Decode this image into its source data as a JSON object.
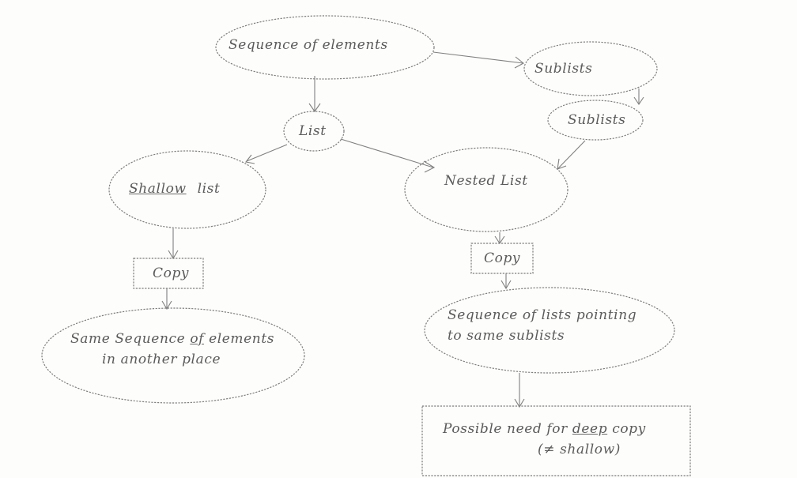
{
  "nodes": {
    "sequence_of_elements": "Sequence of elements",
    "sublists_top": "Sublists",
    "sublists": "Sublists",
    "list": "List",
    "shallow_list": {
      "underlined": "Shallow",
      "rest": "list"
    },
    "nested_list": "Nested List",
    "copy_left": "Copy",
    "copy_right": "Copy",
    "same_sequence": {
      "line1_prefix": "Same Sequence",
      "line1_underlined": "of",
      "line1_suffix": "elements",
      "line2": "in another place"
    },
    "sequence_of_lists": {
      "line1": "Sequence of lists pointing",
      "line2": "to same sublists"
    },
    "deep_copy": {
      "line1_prefix": "Possible need for",
      "line1_underlined": "deep",
      "line1_suffix": "copy",
      "line2": "(≠ shallow)"
    }
  }
}
